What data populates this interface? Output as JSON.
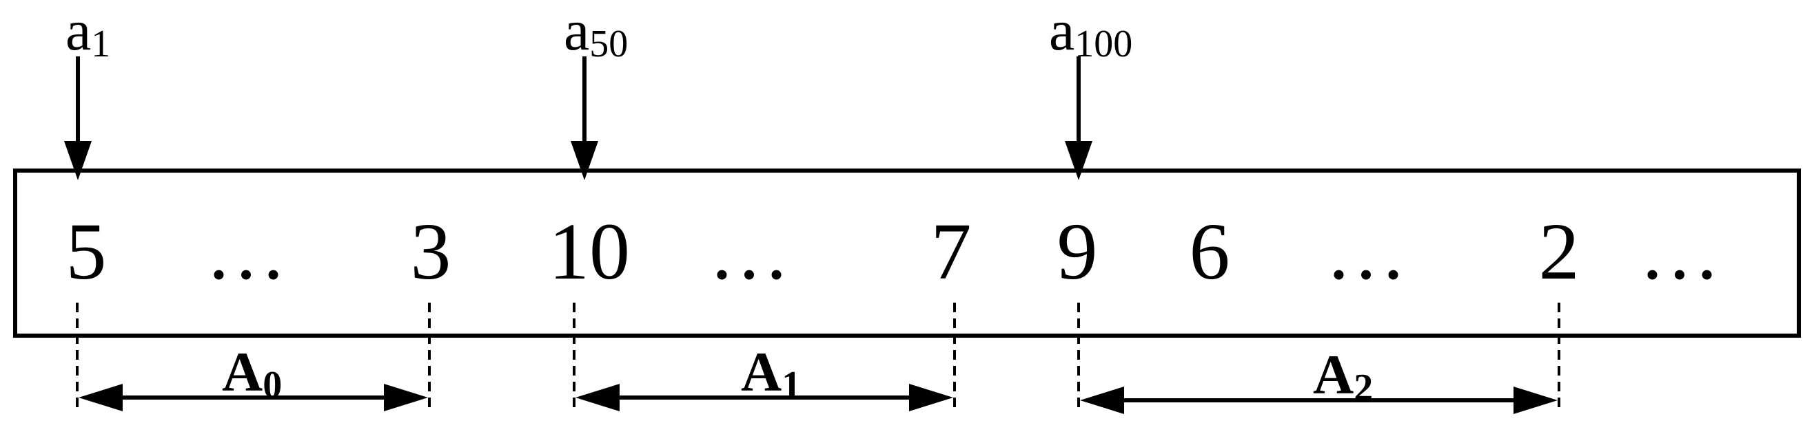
{
  "pointers": [
    {
      "base": "a",
      "sub": "1"
    },
    {
      "base": "a",
      "sub": "50"
    },
    {
      "base": "a",
      "sub": "100"
    }
  ],
  "cells": [
    "5",
    "…",
    "3",
    "10",
    "…",
    "7",
    "9",
    "6",
    "…",
    "2",
    "…"
  ],
  "segments": [
    {
      "base": "A",
      "sub": "0"
    },
    {
      "base": "A",
      "sub": "1"
    },
    {
      "base": "A",
      "sub": "2"
    }
  ]
}
